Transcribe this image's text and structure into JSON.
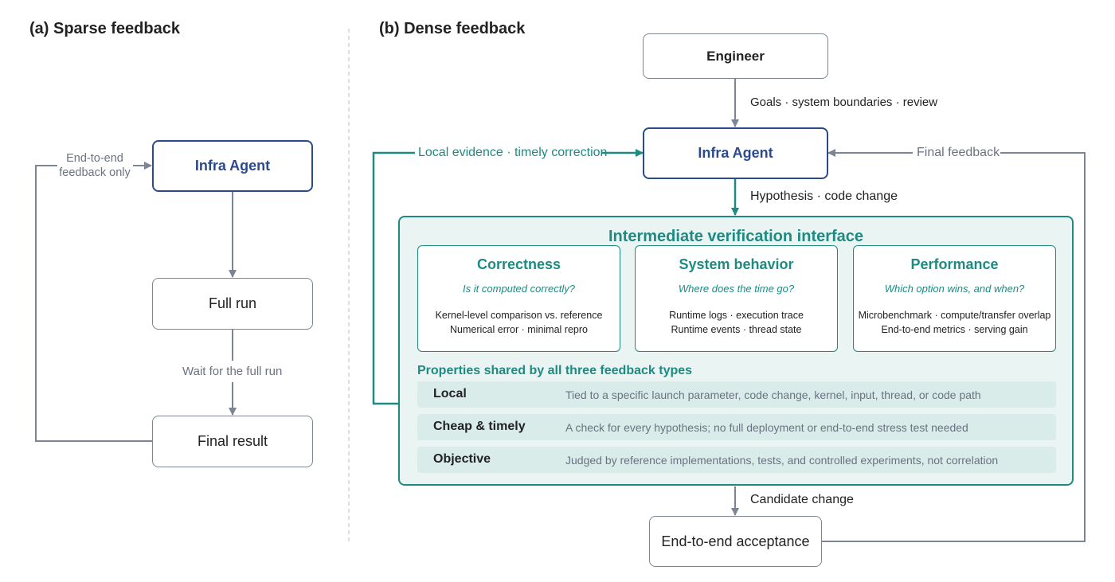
{
  "panel_a": {
    "title": "(a) Sparse feedback",
    "agent": "Infra Agent",
    "feedback_label_line1": "End-to-end",
    "feedback_label_line2": "feedback only",
    "full_run": "Full run",
    "wait_label": "Wait for the full run",
    "final_result": "Final result"
  },
  "panel_b": {
    "title": "(b) Dense feedback",
    "engineer": "Engineer",
    "goals_label": "Goals · system boundaries · review",
    "agent": "Infra Agent",
    "local_evidence_label": "Local evidence · timely correction",
    "final_feedback_label": "Final feedback",
    "hypothesis_label": "Hypothesis · code change",
    "interface": {
      "title": "Intermediate verification interface",
      "cards": [
        {
          "title": "Correctness",
          "question": "Is it computed correctly?",
          "line1": "Kernel-level comparison vs. reference",
          "line2": "Numerical error · minimal repro"
        },
        {
          "title": "System behavior",
          "question": "Where does the time go?",
          "line1": "Runtime logs · execution trace",
          "line2": "Runtime events · thread state"
        },
        {
          "title": "Performance",
          "question": "Which option wins, and when?",
          "line1": "Microbenchmark · compute/transfer overlap",
          "line2": "End-to-end metrics · serving gain"
        }
      ],
      "properties_title": "Properties shared by all three feedback types",
      "properties": [
        {
          "name": "Local",
          "desc": "Tied to a specific launch parameter, code change, kernel, input, thread, or code path"
        },
        {
          "name": "Cheap & timely",
          "desc": "A check for every hypothesis; no full deployment or end-to-end stress test needed"
        },
        {
          "name": "Objective",
          "desc": "Judged by reference implementations, tests, and controlled experiments, not correlation"
        }
      ]
    },
    "candidate_label": "Candidate change",
    "acceptance": "End-to-end acceptance"
  },
  "colors": {
    "agent_blue": "#2b4a8e",
    "teal": "#1e8a82",
    "gray_line": "#7c8593",
    "interface_fill": "#e9f4f3"
  }
}
